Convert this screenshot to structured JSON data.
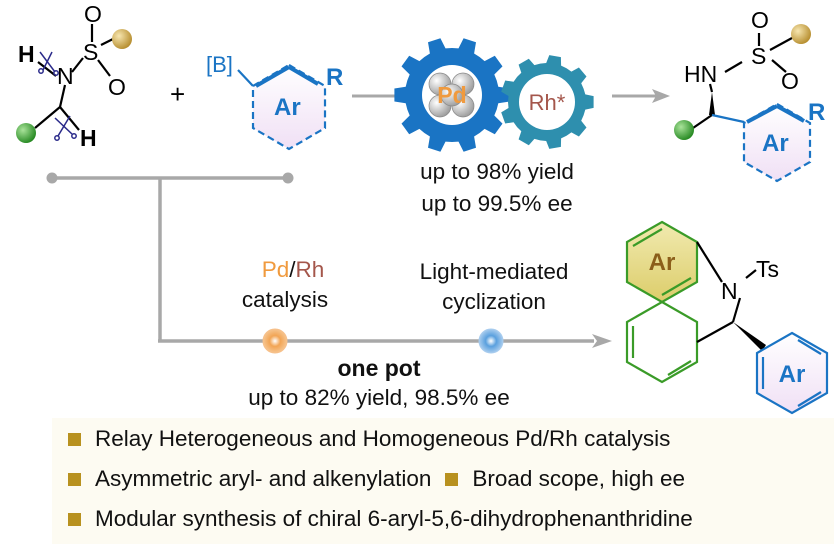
{
  "reactant": {
    "atom_h1": "H",
    "atom_n": "N",
    "atom_s": "S",
    "atom_o1": "O",
    "atom_o2": "O",
    "atom_h2": "H"
  },
  "plus_sign": "+",
  "boronic": {
    "boron_label": "[B]",
    "ring_label": "Ar",
    "r_label": "R"
  },
  "gears": {
    "pd_label": "Pd",
    "rh_label": "Rh*"
  },
  "results": {
    "yield_line": "up to 98% yield",
    "ee_line": "up to 99.5% ee"
  },
  "product": {
    "atom_o": "O",
    "atom_s": "S",
    "atom_o2": "O",
    "atom_hn": "HN",
    "ring_label": "Ar",
    "r_label": "R"
  },
  "lower_path": {
    "pd_text": "Pd",
    "slash": "/",
    "rh_text": "Rh",
    "catalysis_text": "catalysis",
    "light_line1": "Light-mediated",
    "light_line2": "cyclization",
    "one_pot": "one pot",
    "onepot_results": "up to 82% yield, 98.5% ee"
  },
  "phenanthridine": {
    "ring_top_label": "Ar",
    "atom_n": "N",
    "ts_label": "Ts",
    "ring_right_label": "Ar"
  },
  "highlights": {
    "line1": "Relay Heterogeneous and Homogeneous Pd/Rh catalysis",
    "line2a": "Asymmetric aryl- and alkenylation",
    "line2b": "Broad scope, high ee",
    "line3": "Modular synthesis of chiral 6-aryl-5,6-dihydrophenanthridine"
  },
  "colors": {
    "blue": "#1a74c4",
    "teal": "#2e8fae",
    "orange": "#f09a3e",
    "brown": "#a4564b",
    "green": "#3a9b28",
    "gold": "#c9a84f",
    "gray": "#a8a8a8",
    "bullet": "#b8911f"
  }
}
